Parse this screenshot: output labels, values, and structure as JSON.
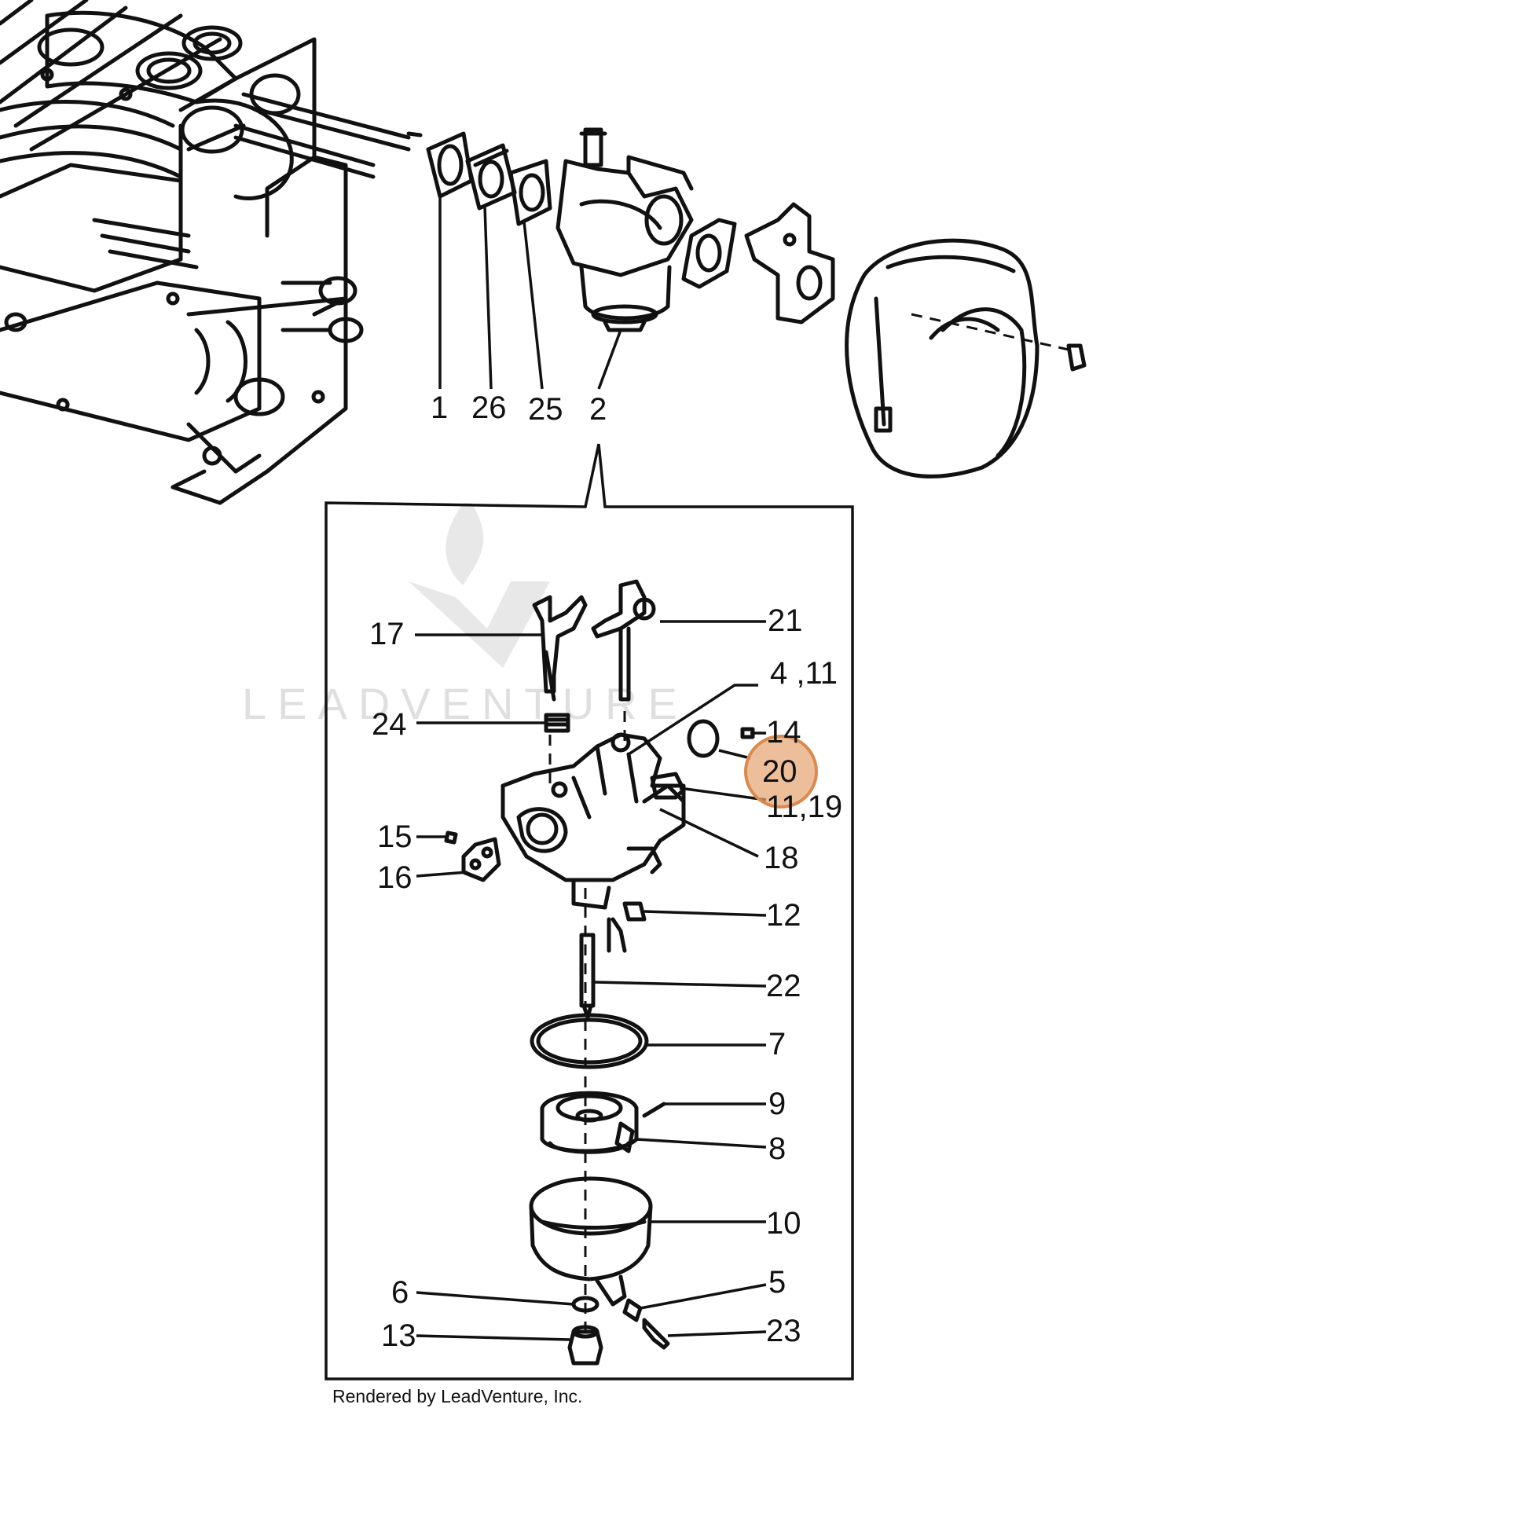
{
  "diagram": {
    "watermark_text": "LEADVENTURE",
    "credit_text": "Rendered by LeadVenture, Inc.",
    "highlight_color": "#e5a36f",
    "callouts_top": [
      {
        "id": "1",
        "text": "1"
      },
      {
        "id": "26",
        "text": "26"
      },
      {
        "id": "25",
        "text": "25"
      },
      {
        "id": "2",
        "text": "2"
      }
    ],
    "callouts_detail": [
      {
        "id": "17",
        "text": "17"
      },
      {
        "id": "21",
        "text": "21"
      },
      {
        "id": "4-11",
        "text": "4 ,11"
      },
      {
        "id": "24",
        "text": "24"
      },
      {
        "id": "14",
        "text": "14"
      },
      {
        "id": "20",
        "text": "20",
        "highlighted": true
      },
      {
        "id": "11-19",
        "text": "11,19"
      },
      {
        "id": "15",
        "text": "15"
      },
      {
        "id": "18",
        "text": "18"
      },
      {
        "id": "16",
        "text": "16"
      },
      {
        "id": "12",
        "text": "12"
      },
      {
        "id": "22",
        "text": "22"
      },
      {
        "id": "7",
        "text": "7"
      },
      {
        "id": "9",
        "text": "9"
      },
      {
        "id": "8",
        "text": "8"
      },
      {
        "id": "10",
        "text": "10"
      },
      {
        "id": "6",
        "text": "6"
      },
      {
        "id": "5",
        "text": "5"
      },
      {
        "id": "13",
        "text": "13"
      },
      {
        "id": "23",
        "text": "23"
      }
    ]
  }
}
